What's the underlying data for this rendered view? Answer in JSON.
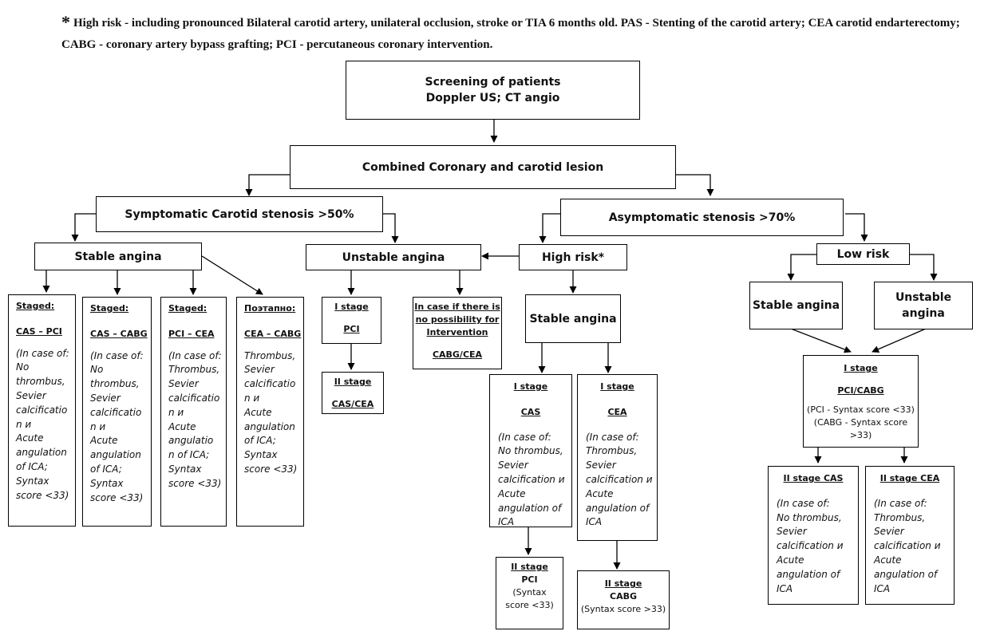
{
  "note": {
    "star": "*",
    "text": "High risk - including pronounced Bilateral carotid artery, unilateral occlusion, stroke or TIA 6 months old. PAS - Stenting of the carotid artery; CEA carotid endarterectomy; CABG - coronary artery bypass grafting; PCI - percutaneous coronary intervention."
  },
  "screening": {
    "line1": "Screening of patients",
    "line2": "Doppler US; CT angio"
  },
  "combined": "Combined Coronary and carotid lesion",
  "symptomatic": "Symptomatic Carotid stenosis >50%",
  "asymptomatic": "Asymptomatic stenosis >70%",
  "stable_angina_left": "Stable angina",
  "unstable_angina": "Unstable angina",
  "high_risk": "High risk*",
  "low_risk": "Low risk",
  "staged_cas_pci": {
    "heading": "Staged:",
    "procedure": "CAS – PCI",
    "body": "(In case of:\nNo\nthrombus,\nSevier\ncalcificatio\nn и\nAcute\nangulation\nof ICA;\nSyntax\nscore <33)"
  },
  "staged_cas_cabg": {
    "heading": "Staged:",
    "procedure": "CAS – CABG",
    "body": "(In case of:\nNo\nthrombus,\nSevier\ncalcificatio\nn и\nAcute\nangulation\nof ICA;\nSyntax\nscore <33)"
  },
  "staged_pci_cea": {
    "heading": "Staged:",
    "procedure": "PCI – CEA",
    "body": "(In case of:\nThrombus,\nSevier\ncalcificatio\nn и\nAcute\nangulatio\nn of ICA;\nSyntax\nscore <33)"
  },
  "staged_cea_cabg": {
    "heading": "Поэтапно:",
    "procedure": "CEA – CABG",
    "body": "Thrombus,\nSevier\ncalcificatio\nn и\nAcute\nangulation\nof ICA;\nSyntax\nscore <33)"
  },
  "unstable_stage1": {
    "heading": "I stage",
    "procedure": "PCI"
  },
  "unstable_stage2": {
    "heading": "II stage",
    "procedure": "CAS/CEA"
  },
  "no_intervention": {
    "heading": "In case if there is\nno possibility for\nIntervention",
    "procedure": "CABG/CEA"
  },
  "stable_angina_mid": "Stable angina",
  "hr_stage1_cas": {
    "heading": "I stage",
    "procedure": "CAS",
    "body": "(In case of:\nNo thrombus,\nSevier\ncalcification и\nAcute\nangulation   of\nICA"
  },
  "hr_stage1_cea": {
    "heading": "I stage",
    "procedure": "CEA",
    "body": "(In case of:\nThrombus,\nSevier\ncalcification и\nAcute\nangulation  of\nICA"
  },
  "hr_stage2_pci": {
    "heading": "II stage",
    "procedure": "PCI",
    "body": "(Syntax\nscore <33)"
  },
  "hr_stage2_cabg": {
    "heading": "II stage",
    "procedure": "CABG",
    "body": "(Syntax score >33)"
  },
  "stable_angina_right": "Stable angina",
  "unstable_angina_right": "Unstable\nangina",
  "lr_stage1": {
    "heading": "I stage",
    "procedure": "PCI/CABG",
    "body": "(PCI - Syntax score <33)\n(CABG - Syntax score\n>33)"
  },
  "lr_stage2_cas": {
    "heading": "II stage CAS",
    "body": "(In case of:\nNo thrombus,\nSevier\ncalcification и\nAcute\nangulation      of\nICA"
  },
  "lr_stage2_cea": {
    "heading": "II stage CEA",
    "body": "(In case of:\nThrombus,\nSevier\ncalcification и\nAcute\nangulation      of\nICA"
  }
}
